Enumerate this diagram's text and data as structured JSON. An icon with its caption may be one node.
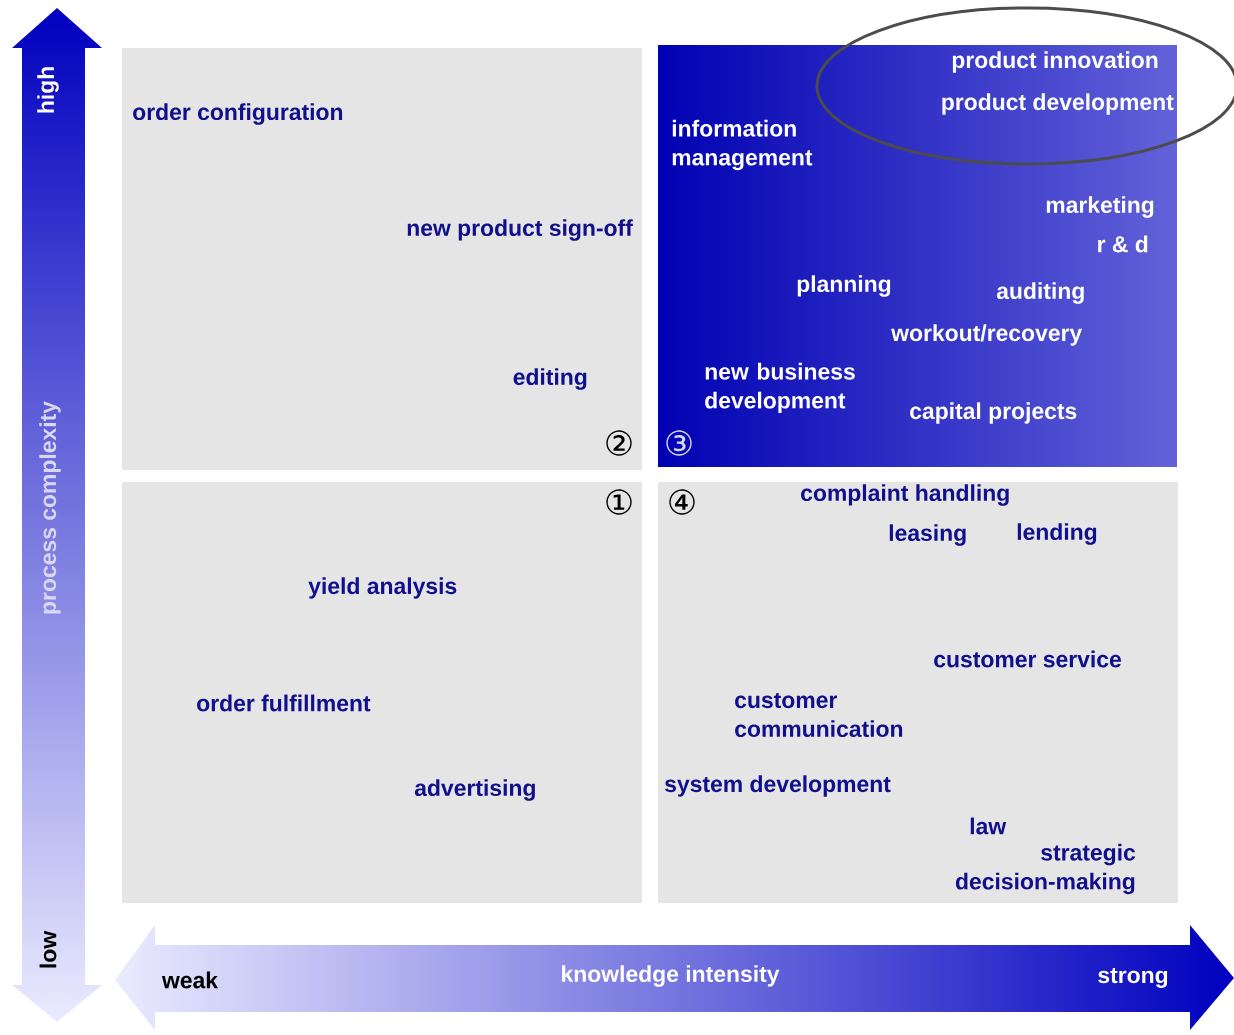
{
  "diagram": {
    "nodes": [
      {
        "text": [
          "order configuration",
          "new product sign-off",
          "editing",
          "②"
        ]
      },
      {
        "text": [
          "product innovation",
          "product development",
          "information management",
          "marketing",
          "r & d",
          "planning",
          "auditing",
          "workout/recovery",
          "new business development",
          "capital projects",
          "③"
        ]
      },
      {
        "text": [
          "①",
          "yield analysis",
          "order fulfillment",
          "advertising"
        ]
      },
      {
        "text": [
          "④",
          "complaint handling",
          "leasing",
          "lending",
          "customer service",
          "customer communication",
          "system development",
          "law",
          "strategic decision-making"
        ]
      }
    ],
    "labels": [
      "high",
      "process complexity",
      "low",
      "weak",
      "knowledge intensity",
      "strong"
    ]
  }
}
